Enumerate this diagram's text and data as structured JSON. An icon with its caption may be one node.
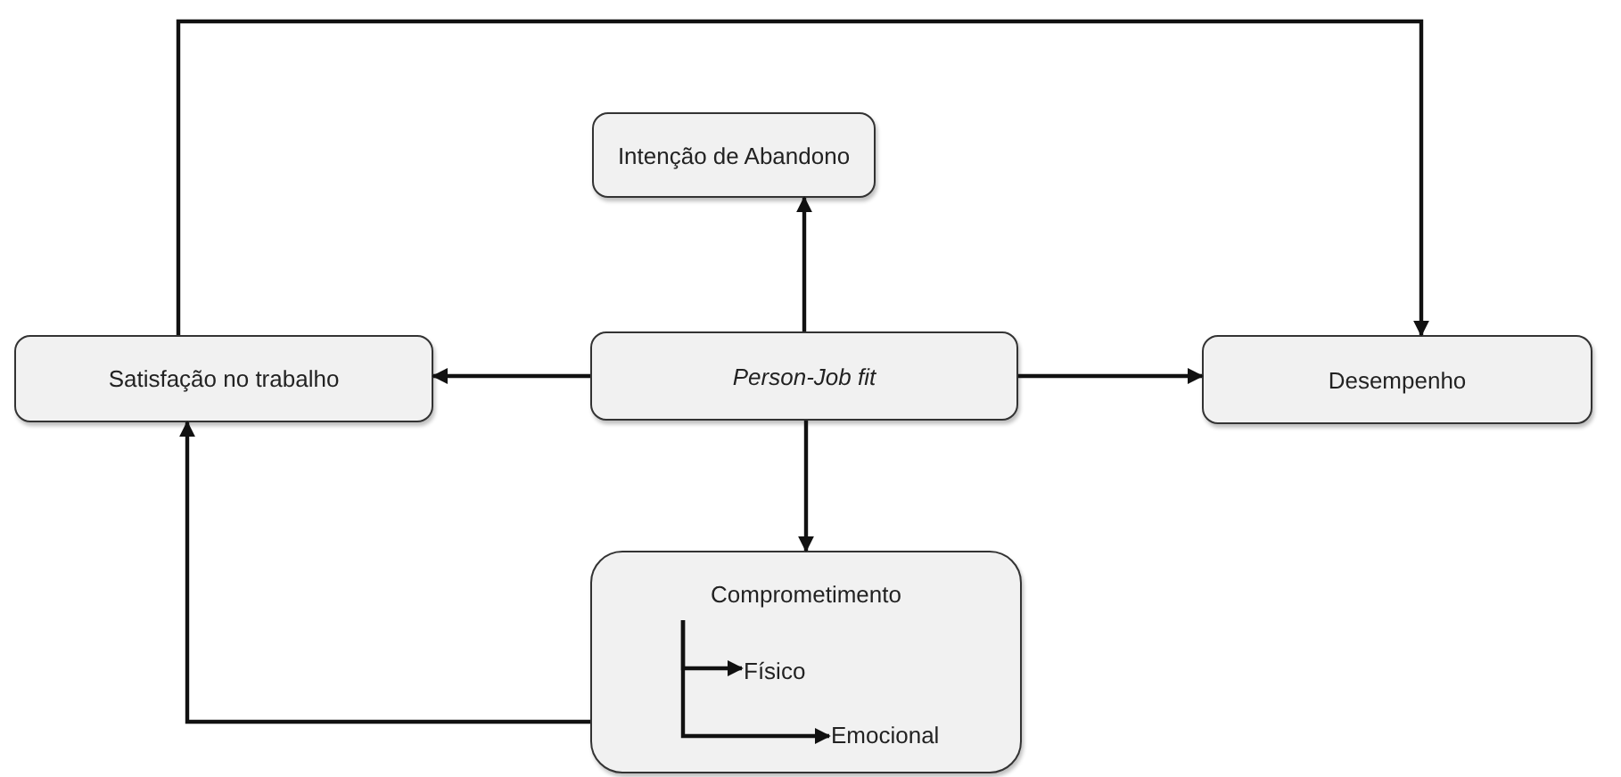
{
  "diagram": {
    "nodes": [
      {
        "text": [
          "Intenção de Abandono"
        ]
      },
      {
        "text": [
          "Satisfação no trabalho"
        ]
      },
      {
        "text": [
          "Person-Job fit"
        ]
      },
      {
        "text": [
          "Desempenho"
        ]
      },
      {
        "text": [
          "Comprometimento"
        ]
      },
      {
        "text": [
          "Físico"
        ],
        "in": 4
      },
      {
        "text": [
          "Emocional"
        ],
        "in": 4
      }
    ],
    "edges": [
      {
        "from": 2,
        "to": 0,
        "arrow": "to"
      },
      {
        "from": 2,
        "to": 1,
        "arrow": "to"
      },
      {
        "from": 2,
        "to": 3,
        "arrow": "to"
      },
      {
        "from": 2,
        "to": 4,
        "arrow": "to"
      },
      {
        "from": 4,
        "to": 1,
        "arrow": "to"
      },
      {
        "from": 1,
        "to": 3,
        "arrow": "to"
      },
      {
        "from": null,
        "to": 5,
        "arrow": "to"
      },
      {
        "from": null,
        "to": 6,
        "arrow": "to"
      }
    ]
  }
}
